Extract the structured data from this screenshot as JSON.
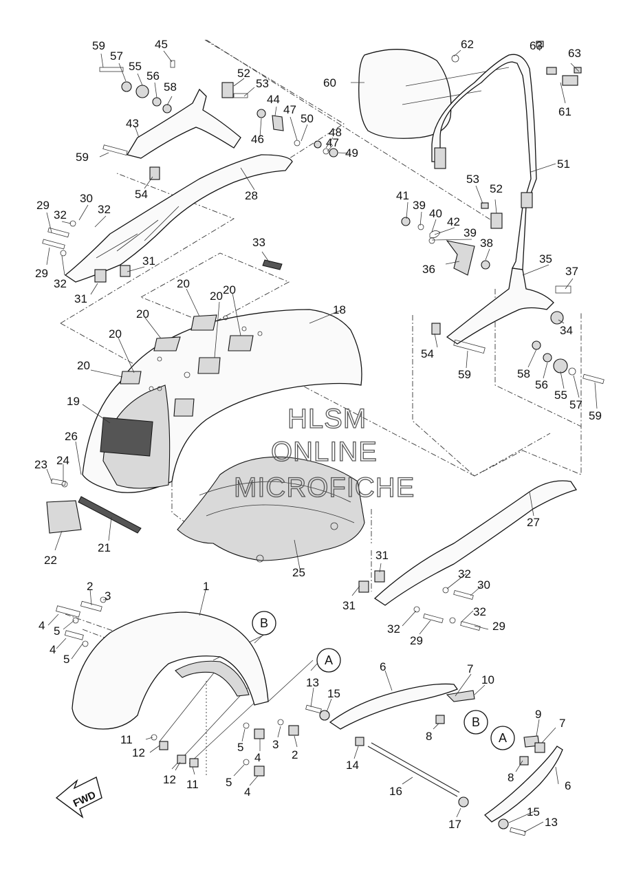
{
  "watermark": {
    "line1": "HLSM",
    "line2": "ONLINE",
    "line3": "MICROFICHE"
  },
  "direction_marker": {
    "text": "FWD"
  },
  "callouts": {
    "A": "A",
    "B": "B"
  },
  "part_labels": {
    "p59a": "59",
    "p57a": "57",
    "p55a": "55",
    "p45": "45",
    "p56a": "56",
    "p58a": "58",
    "p52a": "52",
    "p53a": "53",
    "p44": "44",
    "p47a": "47",
    "p50": "50",
    "p46": "46",
    "p48": "48",
    "p47b": "47",
    "p49": "49",
    "p43": "43",
    "p59b": "59",
    "p54a": "54",
    "p28": "28",
    "p62": "62",
    "p60": "60",
    "p63a": "63",
    "p63b": "63",
    "p61": "61",
    "p51": "51",
    "p53b": "53",
    "p52b": "52",
    "p41": "41",
    "p39a": "39",
    "p40": "40",
    "p42": "42",
    "p39b": "39",
    "p38": "38",
    "p36": "36",
    "p35": "35",
    "p37": "37",
    "p34": "34",
    "p54b": "54",
    "p59c": "59",
    "p58b": "58",
    "p56b": "56",
    "p55b": "55",
    "p57b": "57",
    "p59d": "59",
    "p29a": "29",
    "p30a": "30",
    "p32a": "32",
    "p32b": "32",
    "p29b": "29",
    "p32c": "32",
    "p31a": "31",
    "p31b": "31",
    "p33": "33",
    "p20a": "20",
    "p20b": "20",
    "p20c": "20",
    "p20d": "20",
    "p20e": "20",
    "p20f": "20",
    "p18": "18",
    "p19": "19",
    "p26": "26",
    "p23": "23",
    "p24": "24",
    "p22": "22",
    "p21": "21",
    "p25": "25",
    "p27": "27",
    "p31c": "31",
    "p31d": "31",
    "p32d": "32",
    "p30b": "30",
    "p32e": "32",
    "p32f": "32",
    "p29c": "29",
    "p29d": "29",
    "p1": "1",
    "p2a": "2",
    "p3a": "3",
    "p4a": "4",
    "p5a": "5",
    "p4b": "4",
    "p5b": "5",
    "p11a": "11",
    "p12a": "12",
    "p12b": "12",
    "p11b": "11",
    "p5c": "5",
    "p4c": "4",
    "p3b": "3",
    "p2b": "2",
    "p5d": "5",
    "p4d": "4",
    "p13a": "13",
    "p15a": "15",
    "p14": "14",
    "p6a": "6",
    "p7a": "7",
    "p10": "10",
    "p8a": "8",
    "p16": "16",
    "p17": "17",
    "p9": "9",
    "p7b": "7",
    "p8b": "8",
    "p6b": "6",
    "p15b": "15",
    "p13b": "13"
  }
}
